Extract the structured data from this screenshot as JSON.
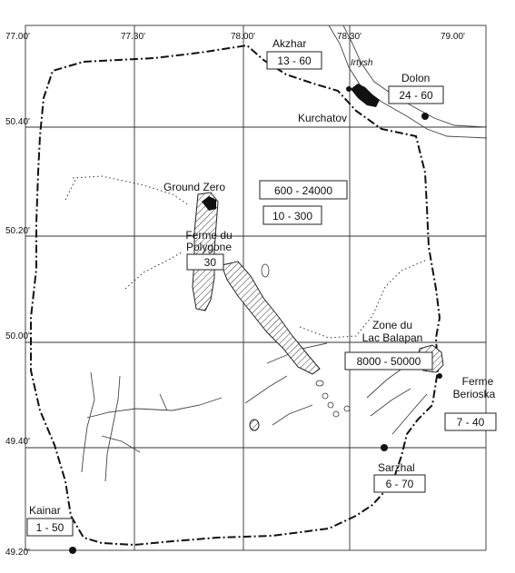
{
  "coordinates": {
    "longitudes": [
      "77.00'",
      "77.30'",
      "78.00'",
      "78.30'",
      "79.00'"
    ],
    "latitudes": [
      "50.40'",
      "50.20'",
      "50.00'",
      "49.40'",
      "49.20'"
    ]
  },
  "river": "Irtysh",
  "places": {
    "akzhar": {
      "name": "Akzhar",
      "range": "13 - 60"
    },
    "dolon": {
      "name": "Dolon",
      "range": "24 - 60"
    },
    "kurchatov": {
      "name": "Kurchatov"
    },
    "ground_zero": {
      "name": "Ground Zero",
      "range_high": "600 - 24000",
      "range_low": "10 - 300"
    },
    "ferme_polygone": {
      "name_line1": "Ferme du",
      "name_line2": "Polygone",
      "range": "30"
    },
    "balapan": {
      "name_line1": "Zone du",
      "name_line2": "Lac Balapan",
      "range": "8000 - 50000"
    },
    "berioska": {
      "name_line1": "Ferme",
      "name_line2": "Berioska",
      "range": "7 - 40"
    },
    "sarzhal": {
      "name": "Sarzhal",
      "range": "6 - 70"
    },
    "kainar": {
      "name": "Kainar",
      "range": "1 - 50"
    }
  }
}
